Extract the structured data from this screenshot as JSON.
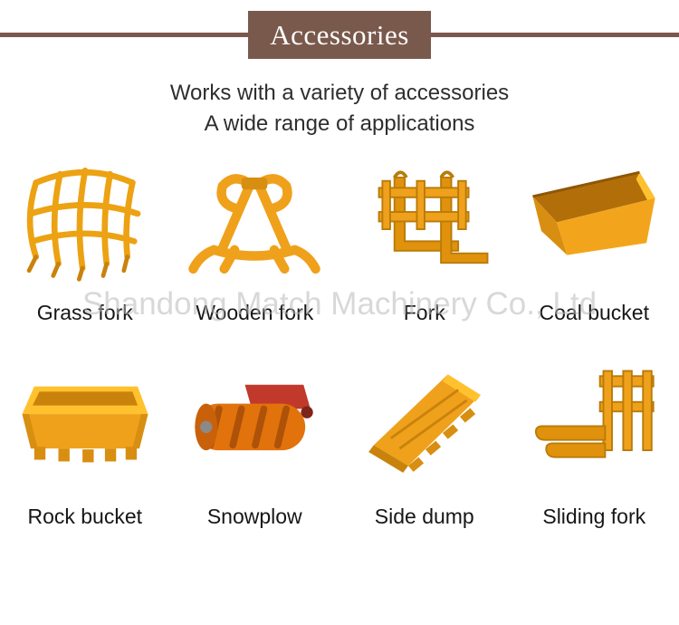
{
  "header": {
    "title": "Accessories"
  },
  "subtitle": {
    "line1": "Works with a variety of accessories",
    "line2": "A wide range of applications"
  },
  "watermark": "Shandong Match Machinery Co., Ltd",
  "products": [
    {
      "label": "Grass fork",
      "icon": "grass-fork-icon"
    },
    {
      "label": "Wooden fork",
      "icon": "wooden-fork-icon"
    },
    {
      "label": "Fork",
      "icon": "pallet-fork-icon"
    },
    {
      "label": "Coal bucket",
      "icon": "coal-bucket-icon"
    },
    {
      "label": "Rock bucket",
      "icon": "rock-bucket-icon"
    },
    {
      "label": "Snowplow",
      "icon": "snowplow-icon"
    },
    {
      "label": "Side dump",
      "icon": "side-dump-icon"
    },
    {
      "label": "Sliding fork",
      "icon": "sliding-fork-icon"
    }
  ],
  "colors": {
    "banner_brown": "#7A594D",
    "attachment_yellow": "#EFA11B",
    "attachment_yellow_dark": "#C9820C",
    "attachment_yellow_light": "#FFC22E",
    "sweeper_orange": "#E2720C",
    "sweeper_frame_red": "#C0392B",
    "watermark_gray": "#B9B9B9",
    "text_dark": "#161616"
  }
}
